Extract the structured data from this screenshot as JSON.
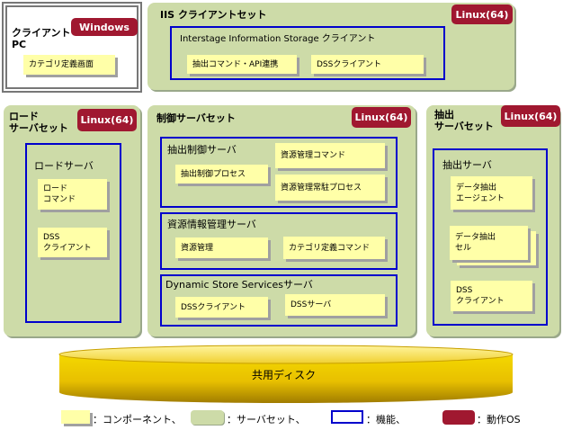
{
  "os": {
    "windows": "Windows",
    "linux": "Linux(64)"
  },
  "client_pc": {
    "title": "クライアント\nPC",
    "component": "カテゴリ定義画面"
  },
  "iis_set": {
    "title": "IIS クライアントセット",
    "function_title": "Interstage Information Storage クライアント",
    "components": [
      "抽出コマンド・API連携",
      "DSSクライアント"
    ]
  },
  "load_set": {
    "title": "ロード\nサーバセット",
    "function_title": "ロードサーバ",
    "components": [
      "ロード\nコマンド",
      "DSS\nクライアント"
    ]
  },
  "control_set": {
    "title": "制御サーバセット",
    "extract_control": {
      "title": "抽出制御サーバ",
      "components": [
        "抽出制御プロセス",
        "資源管理コマンド",
        "資源管理常駐プロセス"
      ]
    },
    "resource_info": {
      "title": "資源情報管理サーバ",
      "components": [
        "資源管理",
        "カテゴリ定義コマンド"
      ]
    },
    "dss": {
      "title": "Dynamic Store Servicesサーバ",
      "components": [
        "DSSクライアント",
        "DSSサーバ"
      ]
    }
  },
  "extract_set": {
    "title": "抽出\nサーバセット",
    "function_title": "抽出サーバ",
    "components": [
      "データ抽出\nエージェント",
      "データ抽出\nセル",
      "DSS\nクライアント"
    ]
  },
  "disk": {
    "label": "共用ディスク"
  },
  "legend": {
    "component": "：コンポーネント、",
    "server_set": "：サーバセット、",
    "function": "：機能、",
    "os": "：動作OS"
  },
  "colors": {
    "component": "#ffffa8",
    "server_set": "#cddba8",
    "function_border": "#0000cc",
    "os_badge": "#a01830",
    "disk": "#e8c000"
  }
}
